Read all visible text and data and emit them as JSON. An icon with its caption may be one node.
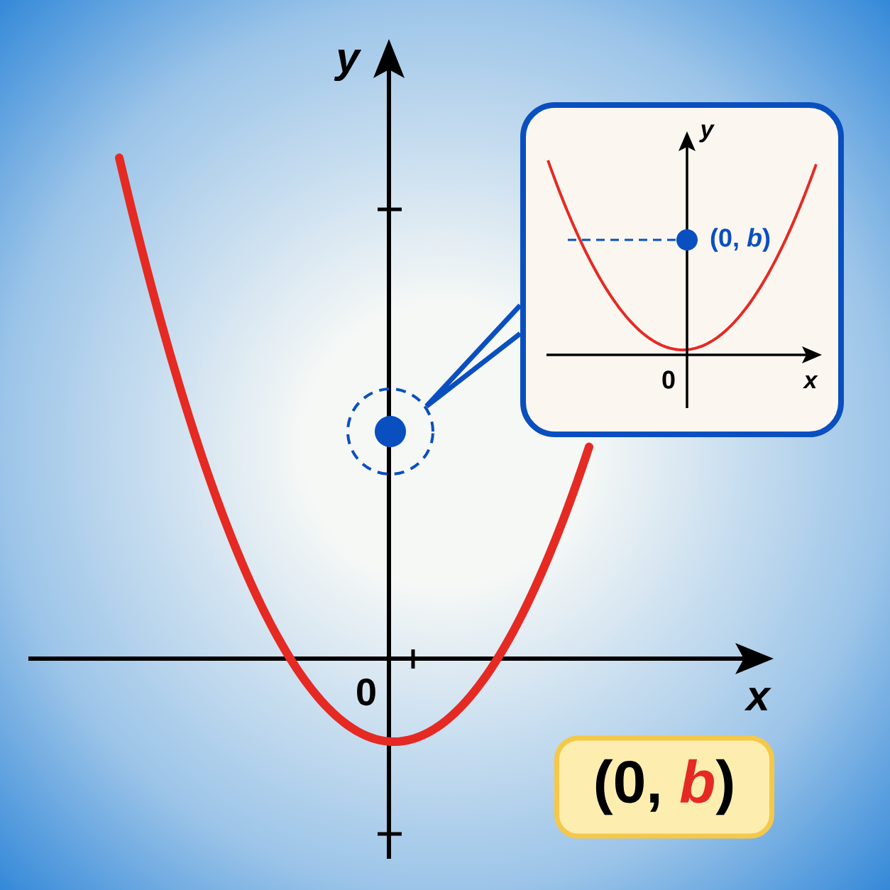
{
  "diagram": {
    "nodes": [
      {
        "text": [],
        "shape": "circle"
      },
      {
        "text": [],
        "shape": "picture"
      },
      {
        "text": [
          "(0, *b*)"
        ]
      }
    ],
    "edges": [
      {
        "from": 0,
        "to": 1,
        "arrow": "none"
      }
    ],
    "labels": [
      "y",
      "0",
      "x",
      "y",
      "(0, *b*)",
      "0",
      "x"
    ]
  }
}
